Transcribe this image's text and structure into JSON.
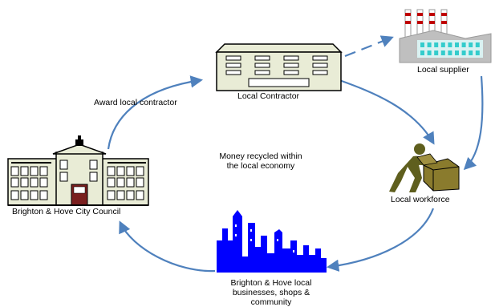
{
  "diagram": {
    "council_label": "Brighton & Hove City Council",
    "contractor_label": "Local Contractor",
    "supplier_label": "Local supplier",
    "workforce_label": "Local workforce",
    "community_label": "Brighton & Hove local businesses, shops & community",
    "award_label": "Award local contractor",
    "center_line1": "Money recycled within",
    "center_line2": "the local economy"
  },
  "colors": {
    "arrow": "#4f81bd",
    "skyline": "#0000ff",
    "building_fill": "#e9ecd6",
    "workforce_figure": "#5f5f1e",
    "box": "#8a7b2d",
    "factory_roof": "#bfbfbf",
    "chimney_red": "#c00000",
    "factory_window": "#33cccc"
  },
  "icons": [
    "council-building-icon",
    "contractor-building-icon",
    "factory-icon",
    "worker-with-box-icon",
    "city-skyline-icon"
  ]
}
